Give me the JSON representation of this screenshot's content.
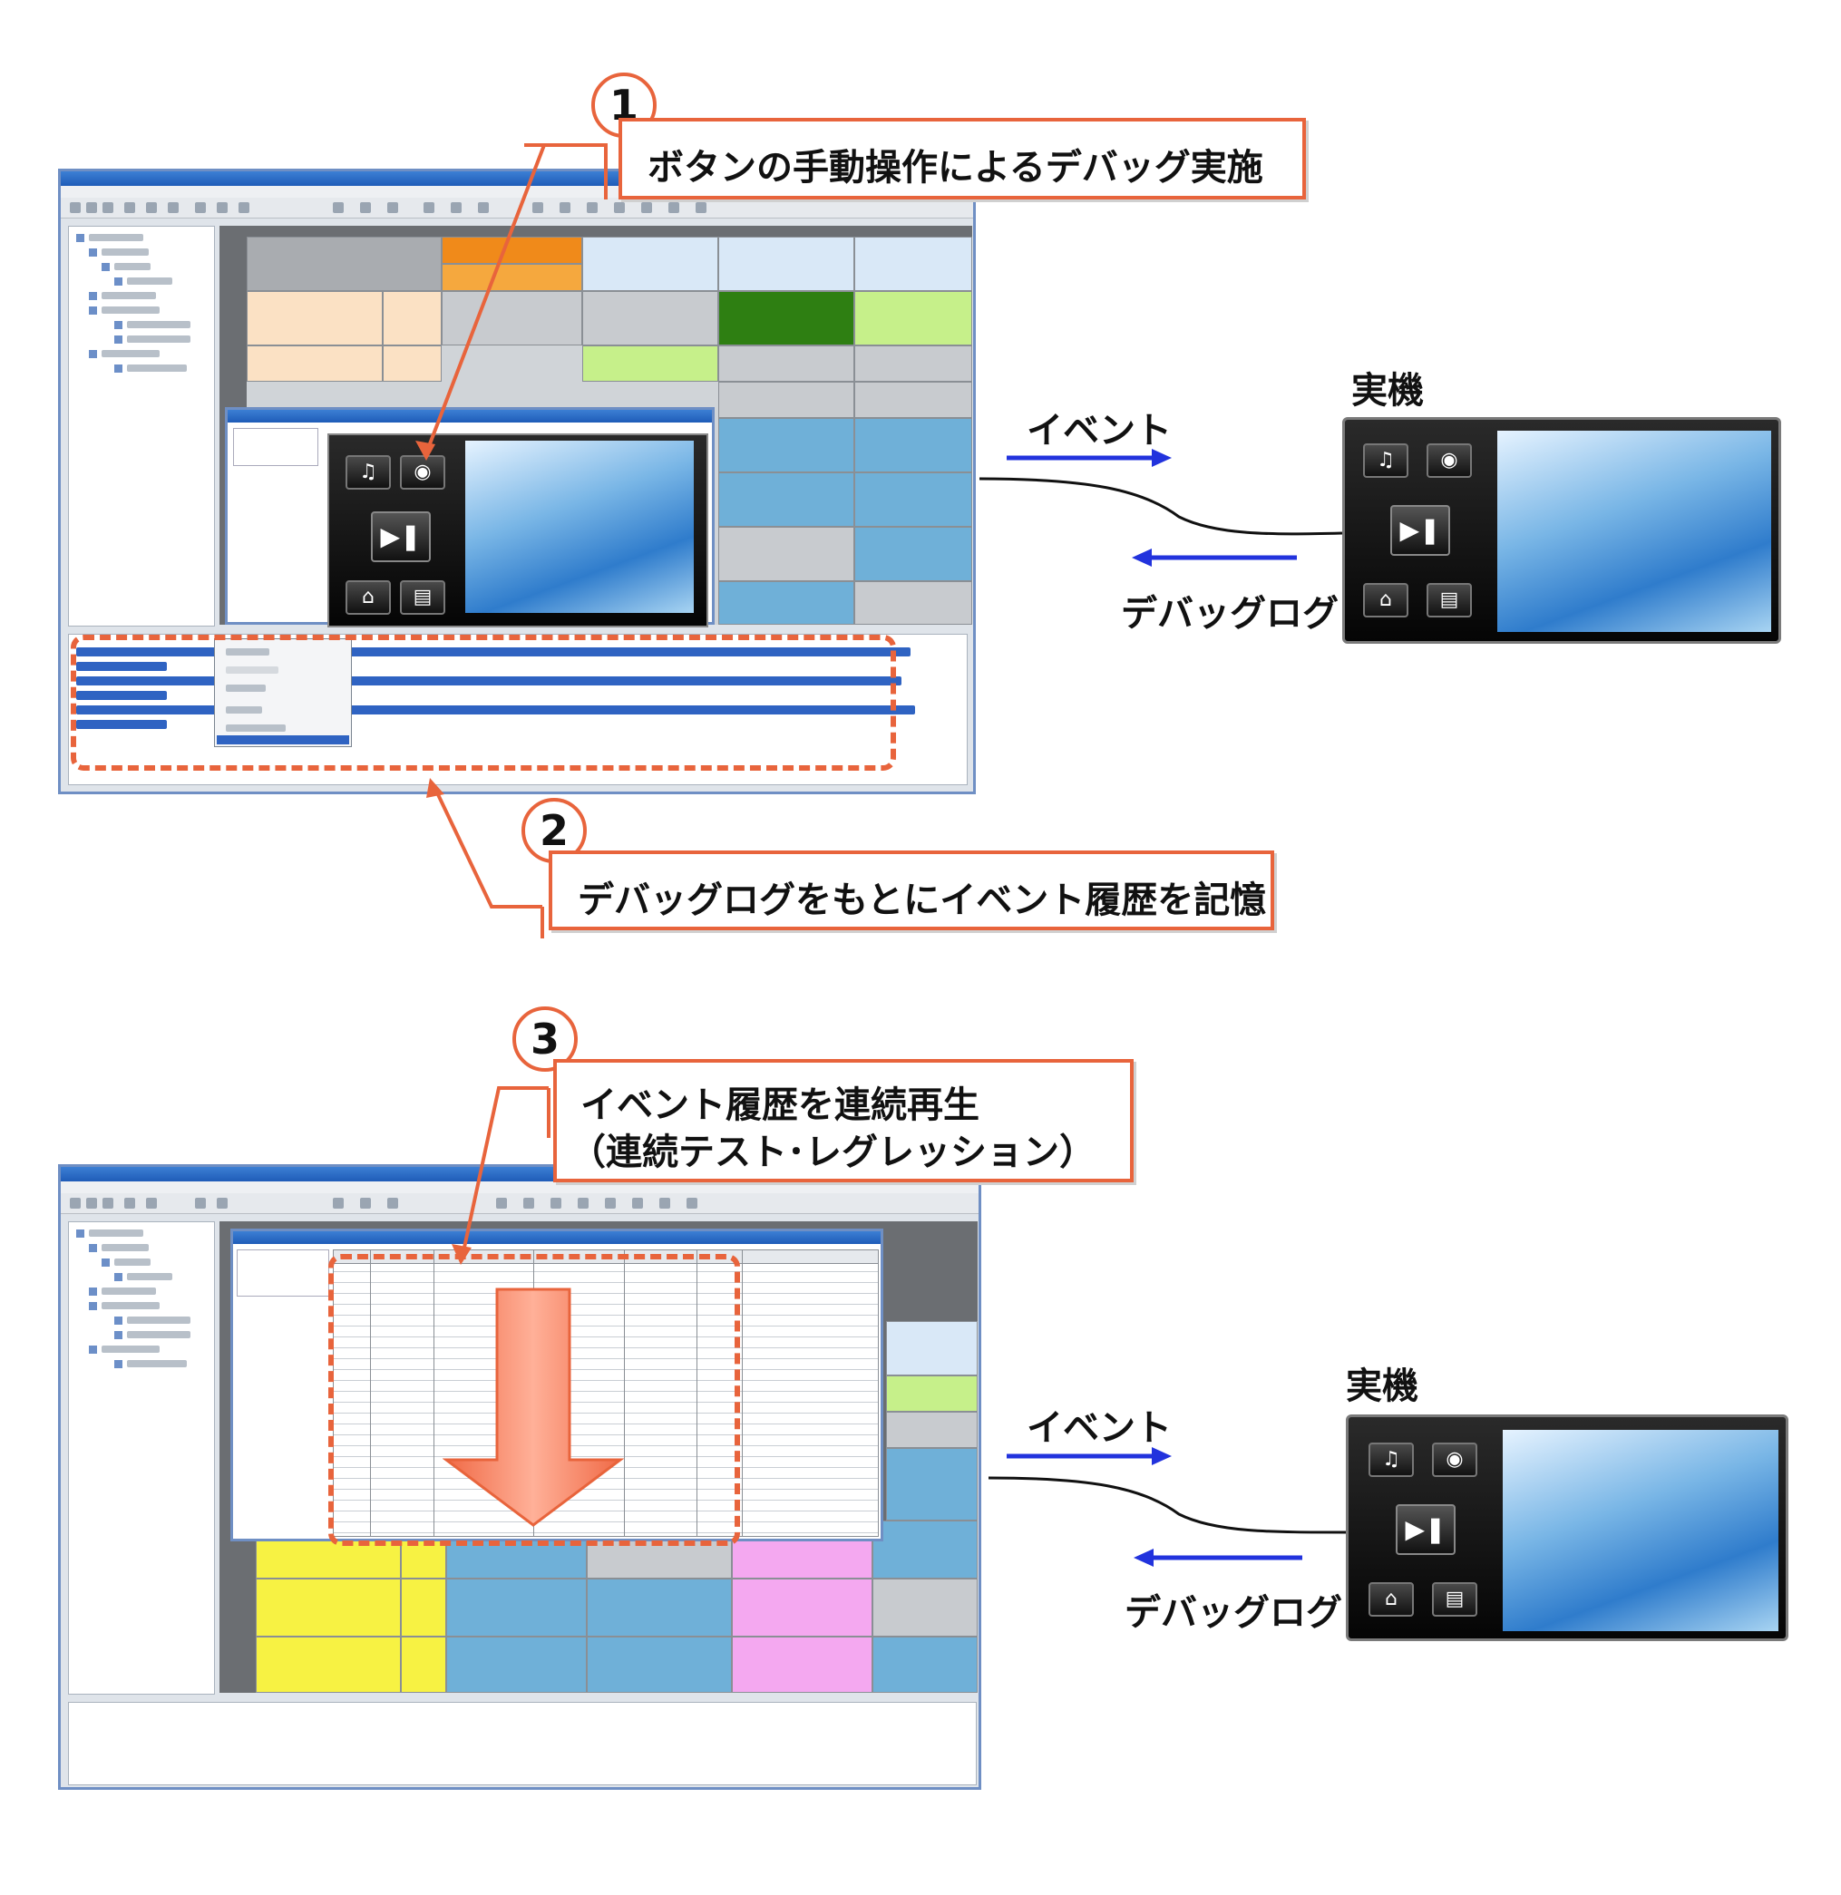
{
  "callouts": [
    {
      "number": "1",
      "text": "ボタンの手動操作によるデバッグ実施"
    },
    {
      "number": "2",
      "text": "デバッグログをもとにイベント履歴を記憶"
    },
    {
      "number": "3",
      "line1": "イベント履歴を連続再生",
      "line2": "（連続テスト･レグレッション）"
    }
  ],
  "device": {
    "title": "実機",
    "event_label": "イベント",
    "debuglog_label": "デバッグログ"
  },
  "colors": {
    "callout_border": "#e8643c",
    "arrow_blue": "#2233dd",
    "window_border": "#6f8fc4",
    "log_blue": "#2f63c2"
  },
  "icons": [
    "music-note-icon",
    "camera-icon",
    "play-pause-icon",
    "home-icon",
    "menu-icon",
    "down-arrow-icon"
  ]
}
